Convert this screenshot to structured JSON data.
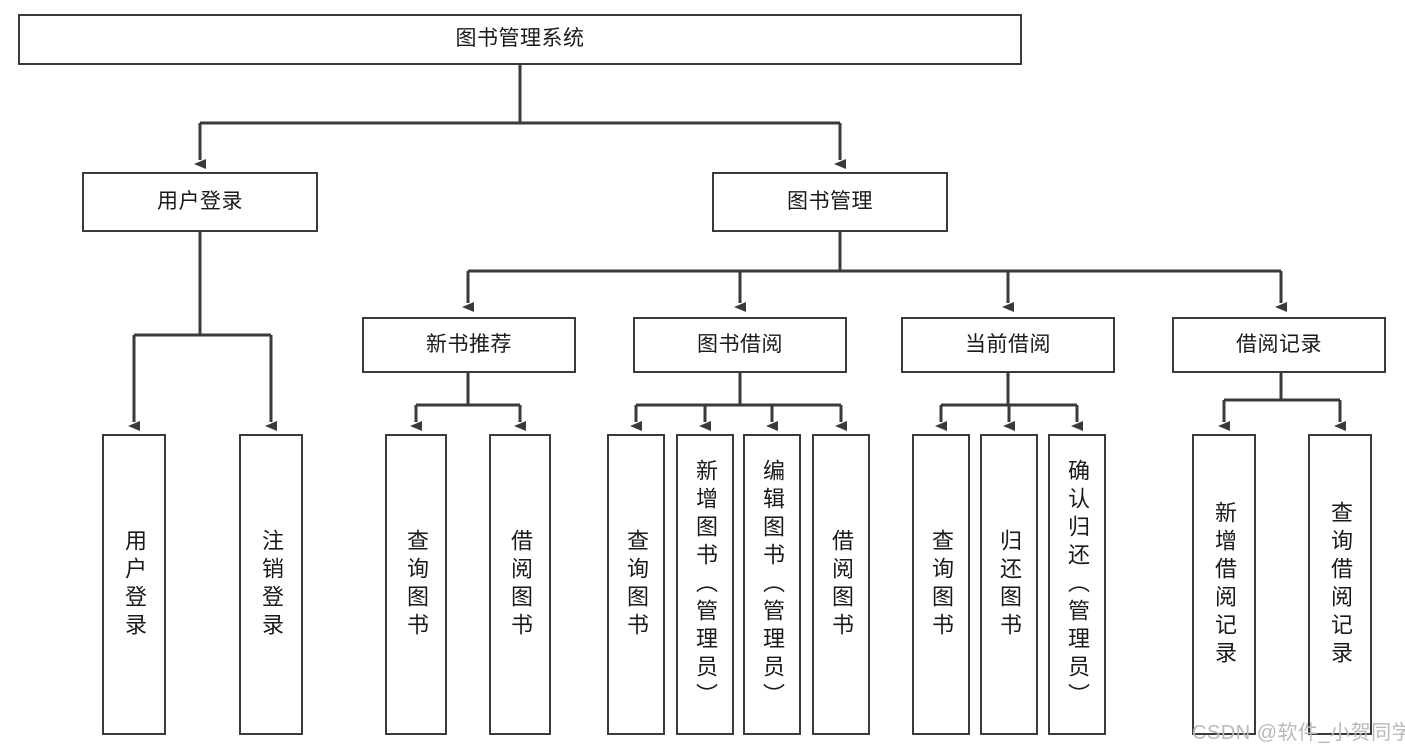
{
  "diagram": {
    "type": "tree-hierarchy",
    "title": "图书管理系统",
    "root": {
      "id": "root",
      "label": "图书管理系统"
    },
    "level2": [
      {
        "id": "user-login",
        "label": "用户登录"
      },
      {
        "id": "book-manage",
        "label": "图书管理"
      }
    ],
    "level3": [
      {
        "id": "new-book-recommend",
        "label": "新书推荐",
        "parent": "book-manage"
      },
      {
        "id": "book-borrow",
        "label": "图书借阅",
        "parent": "book-manage"
      },
      {
        "id": "current-borrow",
        "label": "当前借阅",
        "parent": "book-manage"
      },
      {
        "id": "borrow-record",
        "label": "借阅记录",
        "parent": "book-manage"
      }
    ],
    "leaves": [
      {
        "id": "leaf-user-login",
        "label": "用户登录",
        "parent": "user-login"
      },
      {
        "id": "leaf-user-logout",
        "label": "注销登录",
        "parent": "user-login"
      },
      {
        "id": "leaf-query-book-1",
        "label": "查询图书",
        "parent": "new-book-recommend"
      },
      {
        "id": "leaf-borrow-book-1",
        "label": "借阅图书",
        "parent": "new-book-recommend"
      },
      {
        "id": "leaf-query-book-2",
        "label": "查询图书",
        "parent": "book-borrow"
      },
      {
        "id": "leaf-add-book",
        "label": "新增图书（管理员）",
        "parent": "book-borrow"
      },
      {
        "id": "leaf-edit-book",
        "label": "编辑图书（管理员）",
        "parent": "book-borrow"
      },
      {
        "id": "leaf-borrow-book-2",
        "label": "借阅图书",
        "parent": "book-borrow"
      },
      {
        "id": "leaf-query-book-3",
        "label": "查询图书",
        "parent": "current-borrow"
      },
      {
        "id": "leaf-return-book",
        "label": "归还图书",
        "parent": "current-borrow"
      },
      {
        "id": "leaf-confirm-return",
        "label": "确认归还（管理员）",
        "parent": "current-borrow"
      },
      {
        "id": "leaf-add-record",
        "label": "新增借阅记录",
        "parent": "borrow-record"
      },
      {
        "id": "leaf-query-record",
        "label": "查询借阅记录",
        "parent": "borrow-record"
      }
    ]
  },
  "watermark": {
    "text": "CSDN @软件_小贺同学"
  },
  "colors": {
    "stroke": "#3a3a3a",
    "background": "#ffffff",
    "text": "#1a1a1a",
    "watermark": "#b9b9b9"
  }
}
